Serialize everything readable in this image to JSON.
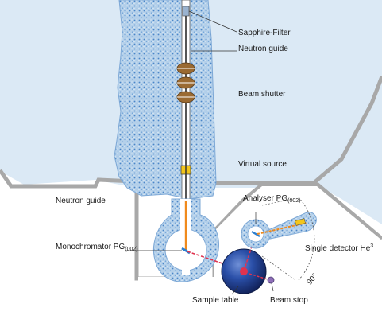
{
  "labels": {
    "sapphire_filter": "Sapphire-Filter",
    "neutron_guide_top": "Neutron guide",
    "beam_shutter": "Beam shutter",
    "virtual_source": "Virtual source",
    "neutron_guide_left": "Neutron guide",
    "analyser": "Analyser PG",
    "analyser_sub": "(002)",
    "monochromator": "Monochromator PG",
    "monochromator_sub": "(002)",
    "single_detector": "Single detector He",
    "single_detector_sup": "3",
    "sample_table": "Sample table",
    "beam_stop": "Beam stop",
    "angle": "90°"
  },
  "colors": {
    "background_blue": "#dbe9f5",
    "shield_blue": "#a9c8e6",
    "shield_dots": "#4a86c8",
    "outline_gray": "#a8a8a8",
    "shutter_brown": "#9a6a32",
    "sample_sphere": "#1f3f8a",
    "beam_red": "#e0334f",
    "beam_orange": "#f08a1c",
    "source_yellow": "#f3c61a"
  }
}
